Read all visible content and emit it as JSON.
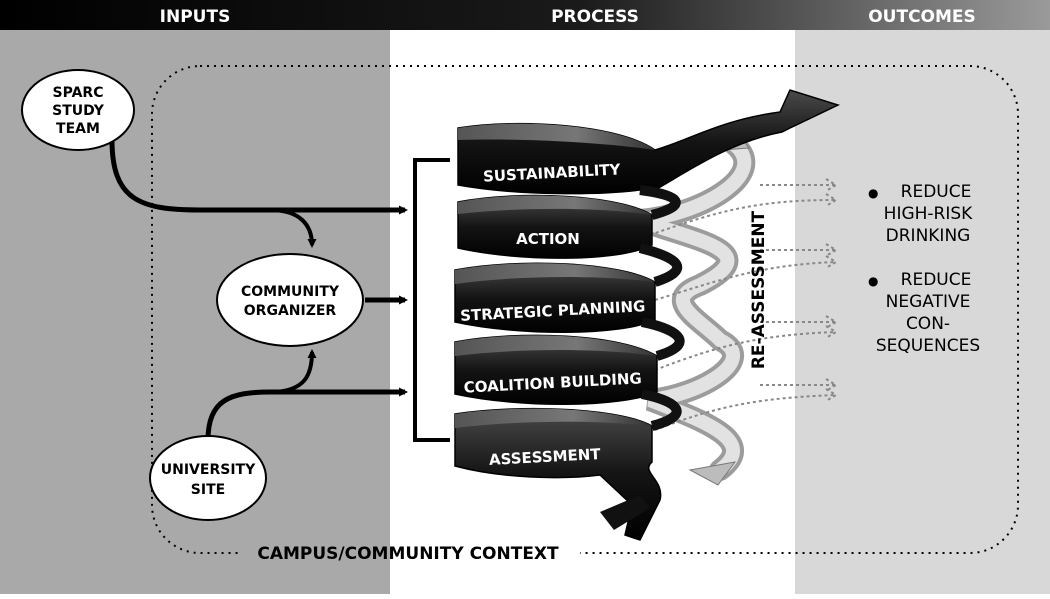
{
  "header": {
    "inputs": "INPUTS",
    "process": "PROCESS",
    "outcomes": "OUTCOMES"
  },
  "inputs": {
    "sparc": [
      "SPARC",
      "STUDY",
      "TEAM"
    ],
    "organizer": [
      "COMMUNITY",
      "ORGANIZER"
    ],
    "university": [
      "UNIVERSITY",
      "SITE"
    ]
  },
  "process": {
    "stages": [
      "SUSTAINABILITY",
      "ACTION",
      "STRATEGIC PLANNING",
      "COALITION BUILDING",
      "ASSESSMENT"
    ],
    "reassessment": "RE-ASSESSMENT"
  },
  "outcomes": {
    "bullet": "●",
    "item1": [
      "REDUCE",
      "HIGH-RISK",
      "DRINKING"
    ],
    "item2": [
      "REDUCE",
      "NEGATIVE",
      "CON-",
      "SEQUENCES"
    ]
  },
  "context_label": "CAMPUS/COMMUNITY CONTEXT",
  "colors": {
    "inputs_bg": "#a9a9a9",
    "process_bg": "#ffffff",
    "outcomes_bg": "#d8d8d8",
    "header_left": "#000000",
    "header_right": "#8a8a8a",
    "ribbon": "#1c1c1c",
    "arrow_gray": "#b8b8b8"
  }
}
